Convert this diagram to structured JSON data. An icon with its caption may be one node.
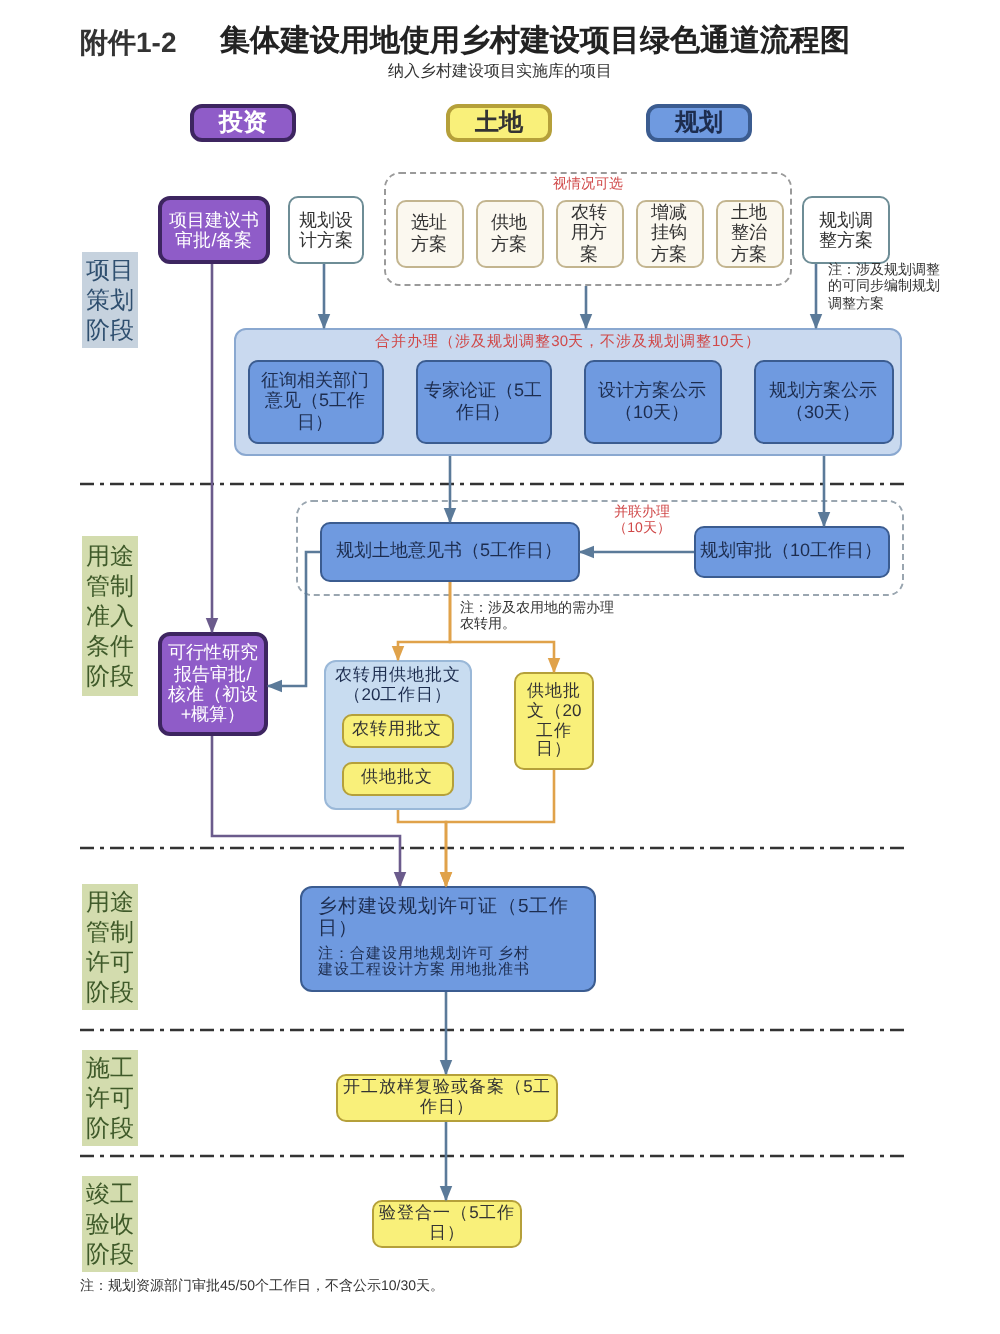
{
  "diagram": {
    "title": "集体建设用地使用乡村建设项目绿色通道流程图",
    "nodes": [
      {
        "text": [
          "投资"
        ]
      },
      {
        "text": [
          "土地"
        ]
      },
      {
        "text": [
          "规划"
        ]
      },
      {
        "text": [
          "项目建议书审批/备案"
        ]
      },
      {
        "text": [
          "规划设计方案"
        ]
      },
      {
        "text": [
          "视情况可选"
        ]
      },
      {
        "text": [
          "选址方案"
        ],
        "in": 5
      },
      {
        "text": [
          "供地方案"
        ],
        "in": 5
      },
      {
        "text": [
          "农转用方案"
        ],
        "in": 5
      },
      {
        "text": [
          "增减挂钩方案"
        ],
        "in": 5
      },
      {
        "text": [
          "土地整治方案"
        ],
        "in": 5
      },
      {
        "text": [
          "规划调整方案"
        ]
      },
      {
        "text": [
          "合并办理（涉及规划调整30天，不涉及规划调整10天）"
        ]
      },
      {
        "text": [
          "征询相关部门意见（5工作日）"
        ],
        "in": 12
      },
      {
        "text": [
          "专家论证（5工作日）"
        ],
        "in": 12
      },
      {
        "text": [
          "设计方案公示（10天）"
        ],
        "in": 12
      },
      {
        "text": [
          "规划方案公示（30天）"
        ],
        "in": 12
      },
      {
        "text": [],
        "shape": "box"
      },
      {
        "text": [
          "规划土地意见书（5工作日）"
        ],
        "in": 17
      },
      {
        "text": [
          "规划审批（10工作日）"
        ],
        "in": 17
      },
      {
        "text": [
          "可行性研究报告审批/核准（初设+概算）"
        ]
      },
      {
        "text": [
          "农转用供地批文（20工作日）"
        ]
      },
      {
        "text": [
          "农转用批文"
        ],
        "in": 21
      },
      {
        "text": [
          "供地批文"
        ],
        "in": 21
      },
      {
        "text": [
          "供地批文（20工作日）"
        ]
      },
      {
        "text": [
          "乡村建设规划许可证（5工作日）",
          "注：合建设用地规划许可 乡村建设工程设计方案 用地批准书"
        ]
      },
      {
        "text": [
          "开工放样复验或备案（5工作日）"
        ]
      },
      {
        "text": [
          "验登合一（5工作日）"
        ]
      },
      {
        "text": [
          "项目策划阶段"
        ]
      },
      {
        "text": [
          "用途管制准入条件阶段"
        ]
      },
      {
        "text": [
          "用途管制许可阶段"
        ]
      },
      {
        "text": [
          "施工许可阶段"
        ]
      },
      {
        "text": [
          "竣工验收阶段"
        ]
      }
    ],
    "edges": [
      {
        "from": 3,
        "to": 20,
        "arrow": "to",
        "color": "#6b5b8c"
      },
      {
        "from": 4,
        "to": 12,
        "arrow": "to"
      },
      {
        "from": 5,
        "to": 12,
        "arrow": "to"
      },
      {
        "from": 11,
        "to": 12,
        "arrow": "to"
      },
      {
        "from": 12,
        "to": 18,
        "arrow": "to"
      },
      {
        "from": 12,
        "to": 19,
        "arrow": "to"
      },
      {
        "from": 19,
        "to": 18,
        "arrow": "to",
        "label": "并联办理（10天）"
      },
      {
        "from": 18,
        "to": 20,
        "arrow": "to"
      },
      {
        "from": 18,
        "to": 21,
        "arrow": "to",
        "color": "#e0a24a"
      },
      {
        "from": 18,
        "to": 24,
        "arrow": "to",
        "color": "#e0a24a"
      },
      {
        "from": 20,
        "to": 25,
        "arrow": "to",
        "color": "#6b5b8c"
      },
      {
        "from": 21,
        "to": 25,
        "arrow": "to",
        "color": "#e0a24a"
      },
      {
        "from": 24,
        "to": 25,
        "arrow": "to",
        "color": "#e0a24a"
      },
      {
        "from": 25,
        "to": 26,
        "arrow": "to"
      },
      {
        "from": 26,
        "to": 27,
        "arrow": "to"
      }
    ],
    "labels": [
      "附件1-2",
      "纳入乡村建设项目实施库的项目",
      "注：涉及规划调整的可同步编制规划调整方案",
      "注：涉及农用地的需办理农转用。",
      "注：规划资源部门审批45/50个工作日，不含公示10/30天。"
    ]
  }
}
